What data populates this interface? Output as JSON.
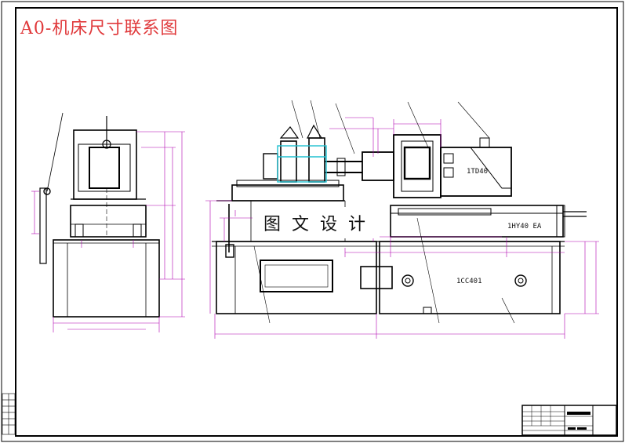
{
  "title": "A0-机床尺寸联系图",
  "watermark": "图文设计",
  "labels": {
    "power_head": "1TD40",
    "slide_table": "1HY40 EA",
    "base": "1CC401"
  },
  "colors": {
    "title": "#e0393b",
    "drawing": "#000000",
    "dimension": "#b000b0",
    "highlight": "#20c0d0",
    "border": "#000000"
  }
}
